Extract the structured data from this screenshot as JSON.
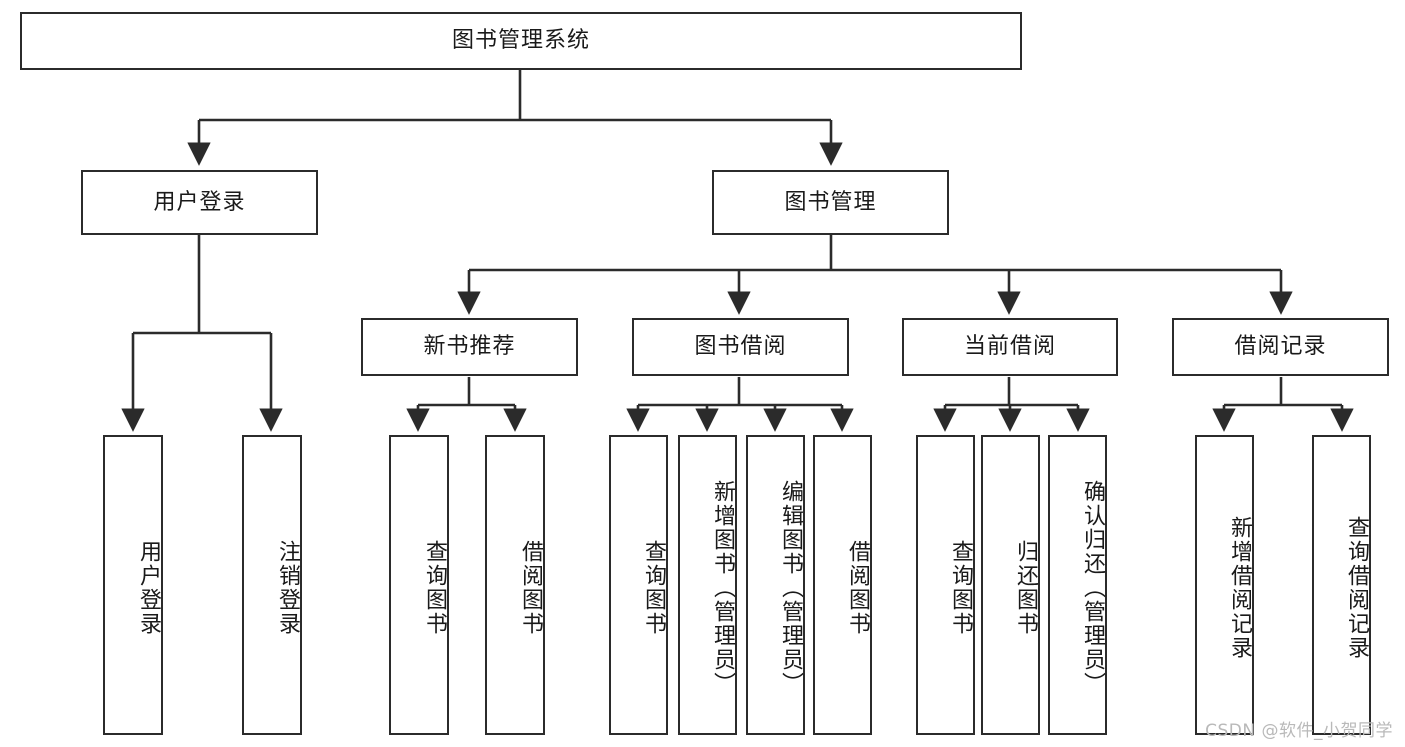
{
  "diagram": {
    "title": "图书管理系统",
    "type": "function-structure-tree",
    "watermark": "CSDN @软件_小贺同学",
    "levels": {
      "root": {
        "label": "图书管理系统"
      },
      "level2": [
        {
          "label": "用户登录"
        },
        {
          "label": "图书管理"
        }
      ],
      "level3": [
        {
          "label": "新书推荐"
        },
        {
          "label": "图书借阅"
        },
        {
          "label": "当前借阅"
        },
        {
          "label": "借阅记录"
        }
      ],
      "leaves": {
        "user_login": [
          {
            "label": "用户登录"
          },
          {
            "label": "注销登录"
          }
        ],
        "new_book_recommend": [
          {
            "label": "查询图书"
          },
          {
            "label": "借阅图书"
          }
        ],
        "book_borrow": [
          {
            "label": "查询图书"
          },
          {
            "label": "新增图书（管理员）"
          },
          {
            "label": "编辑图书（管理员）"
          },
          {
            "label": "借阅图书"
          }
        ],
        "current_borrow": [
          {
            "label": "查询图书"
          },
          {
            "label": "归还图书"
          },
          {
            "label": "确认归还（管理员）"
          }
        ],
        "borrow_record": [
          {
            "label": "新增借阅记录"
          },
          {
            "label": "查询借阅记录"
          }
        ]
      }
    },
    "colors": {
      "stroke": "#2b2b2b",
      "fill": "#ffffff",
      "text": "#1a1a1a",
      "watermark": "#b9b9b9"
    }
  }
}
